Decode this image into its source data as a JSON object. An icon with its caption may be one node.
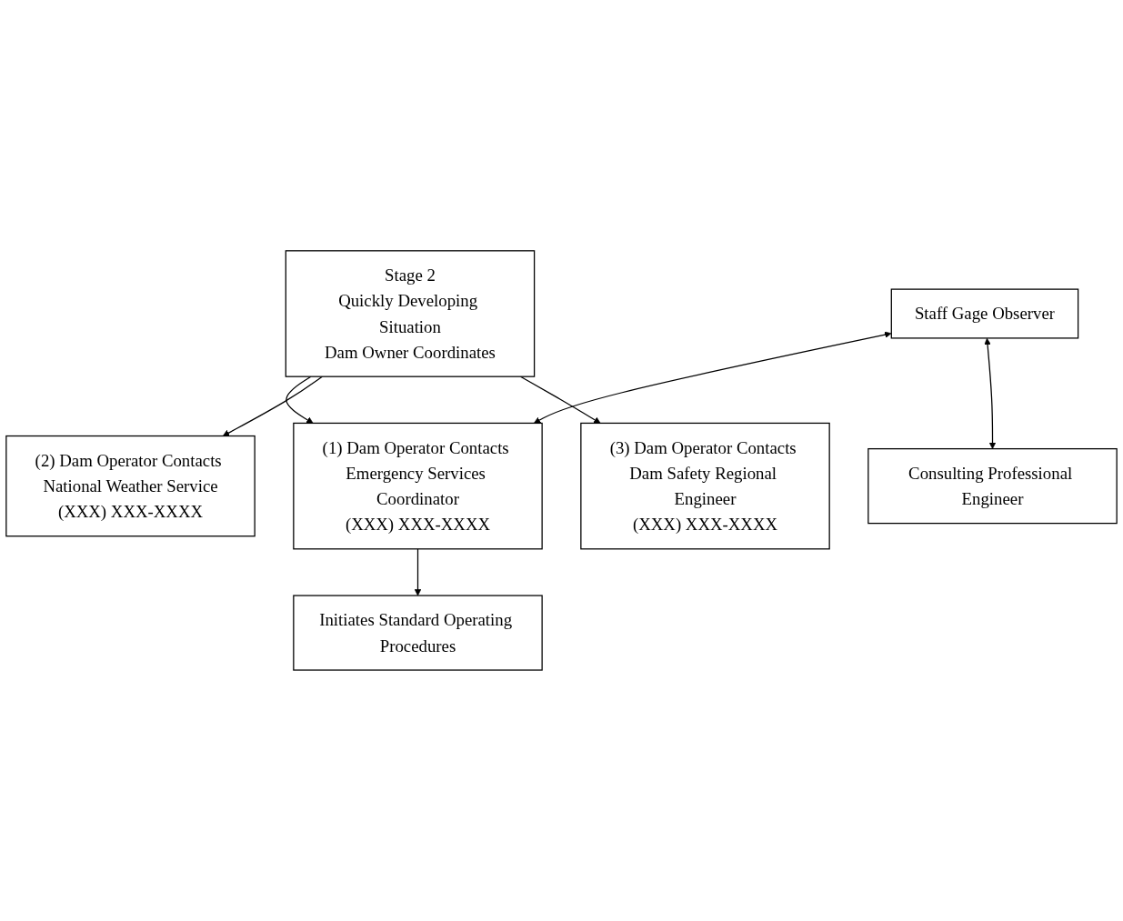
{
  "diagram": {
    "nodes": [
      {
        "text": [
          "Stage 2",
          "Quickly Developing Situation",
          "Dam Owner Coordinates"
        ]
      },
      {
        "text": [
          "Staff Gage Observer"
        ]
      },
      {
        "text": [
          "(1) Dam Operator Contacts Emergency Services Coordinator",
          "(XXX) XXX-XXXX"
        ]
      },
      {
        "text": [
          "(2) Dam Operator Contacts National Weather Service",
          "(XXX) XXX-XXXX"
        ]
      },
      {
        "text": [
          "Initiates Standard Operating Procedures"
        ]
      },
      {
        "text": [
          "Consulting Professional Engineer"
        ]
      },
      {
        "text": [
          "(3) Dam Operator Contacts Dam Safety Regional Engineer",
          "(XXX) XXX-XXXX"
        ]
      }
    ],
    "edges": [
      {
        "from": 0,
        "to": 2,
        "arrow": "to"
      },
      {
        "from": 0,
        "to": 3,
        "arrow": "to"
      },
      {
        "from": 0,
        "to": 6,
        "arrow": "to"
      },
      {
        "from": 1,
        "to": 2,
        "arrow": "both"
      },
      {
        "from": 2,
        "to": 4,
        "arrow": "to"
      },
      {
        "from": 1,
        "to": 5,
        "arrow": "both"
      }
    ]
  }
}
